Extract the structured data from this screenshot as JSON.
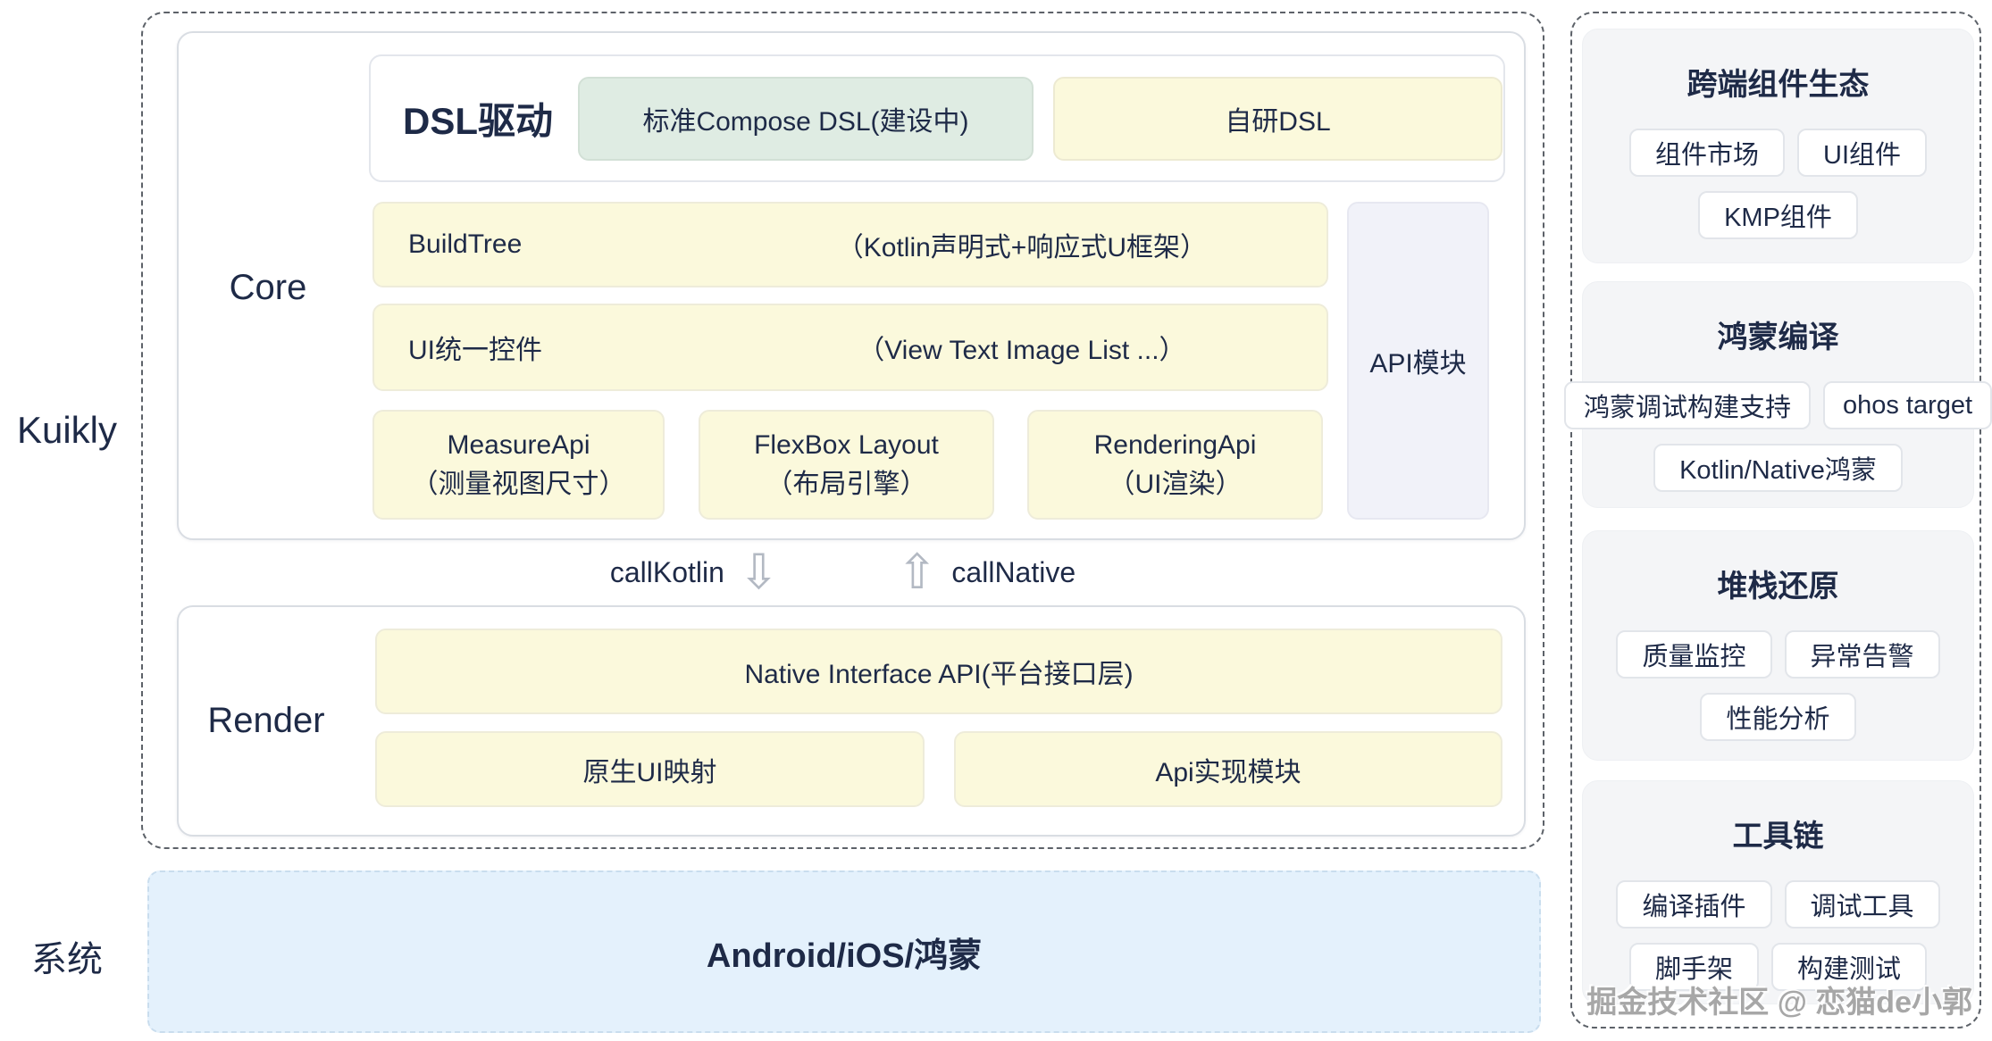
{
  "left_labels": {
    "kuikly": "Kuikly",
    "system": "系统"
  },
  "core": {
    "label": "Core",
    "dsl": {
      "label": "DSL驱动",
      "chips": [
        {
          "text": "标准Compose DSL(建设中)",
          "variant": "green"
        },
        {
          "text": "自研DSL",
          "variant": "yellow"
        }
      ]
    },
    "rows": [
      {
        "label": "BuildTree",
        "note": "（Kotlin声明式+响应式U框架）"
      },
      {
        "label": "UI统一控件",
        "note": "（View Text Image List ...）"
      }
    ],
    "bottom_boxes": [
      {
        "title": "MeasureApi",
        "subtitle": "（测量视图尺寸）"
      },
      {
        "title": "FlexBox Layout",
        "subtitle": "（布局引擎）"
      },
      {
        "title": "RenderingApi",
        "subtitle": "（UI渲染）"
      }
    ],
    "api_module": "API模块"
  },
  "bridge": {
    "call_kotlin": "callKotlin",
    "down_arrow": "⇩",
    "up_arrow": "⇧",
    "call_native": "callNative"
  },
  "render": {
    "label": "Render",
    "top_row": "Native Interface API(平台接口层)",
    "bottom_boxes": [
      "原生UI映射",
      "Api实现模块"
    ]
  },
  "system_box": {
    "label": "Android/iOS/鸿蒙"
  },
  "sidebar": {
    "sections": [
      {
        "title": "跨端组件生态",
        "chip_rows": [
          [
            "组件市场",
            "UI组件"
          ],
          [
            "KMP组件"
          ]
        ]
      },
      {
        "title": "鸿蒙编译",
        "chip_rows": [
          [
            "鸿蒙调试构建支持",
            "ohos target"
          ],
          [
            "Kotlin/Native鸿蒙"
          ]
        ]
      },
      {
        "title": "堆栈还原",
        "chip_rows": [
          [
            "质量监控",
            "异常告警"
          ],
          [
            "性能分析"
          ]
        ]
      },
      {
        "title": "工具链",
        "chip_rows": [
          [
            "编译插件",
            "调试工具"
          ],
          [
            "脚手架",
            "构建测试"
          ]
        ]
      }
    ]
  },
  "watermark": {
    "text": "掘金技术社区 @ 恋猫de小郭"
  },
  "colors": {
    "navy_text": "#1e2a47",
    "yellow_box": "#fbf9dc",
    "green_chip": "#dfece3",
    "api_lavender": "#f1f2f9",
    "system_blue": "#e4f1fc",
    "sidebar_card_gray": "#f4f5f7",
    "arrow_gray": "#b3b9c3"
  }
}
